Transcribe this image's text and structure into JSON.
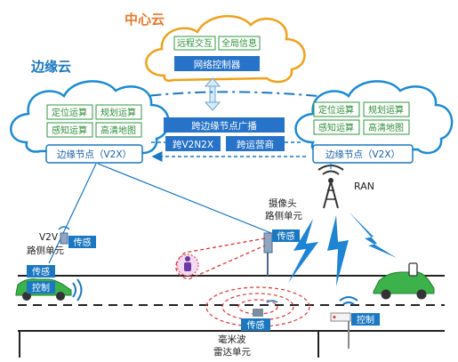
{
  "center_cloud": {
    "title": "中心云",
    "tag_remote": "远程交互",
    "tag_global": "全局信息",
    "controller": "网络控制器"
  },
  "edge_cloud_label": "边缘云",
  "left_edge": {
    "boxes": [
      "定位运算",
      "规划运算",
      "感知运算",
      "高清地图"
    ],
    "node": "边缘节点（V2X）"
  },
  "right_edge": {
    "boxes": [
      "定位运算",
      "规划运算",
      "感知运算",
      "高清地图"
    ],
    "node": "边缘节点（V2X）"
  },
  "middle": {
    "broadcast": "跨边缘节点广播",
    "v2n2x": "跨V2N2X",
    "cross_operator": "跨运营商"
  },
  "ran_label": "RAN",
  "camera_label": [
    "摄像头",
    "路侧单元"
  ],
  "camera_tag": "传感",
  "v2v_label": [
    "V2V",
    "路侧单元"
  ],
  "v2v_tag": "传感",
  "car_left_tags": {
    "sense": "传感",
    "control": "控制"
  },
  "radar_tag": "传感",
  "radar_label": [
    "毫米波",
    "雷达单元"
  ],
  "right_control": "控制",
  "colors": {
    "cloud_stroke": "#1a8bd6",
    "box_fill": "#2673c9",
    "orange": "#e8782a",
    "edge_blue": "#1a78c2",
    "car_green": "#3cb24a",
    "red_dashed": "#e03434"
  }
}
